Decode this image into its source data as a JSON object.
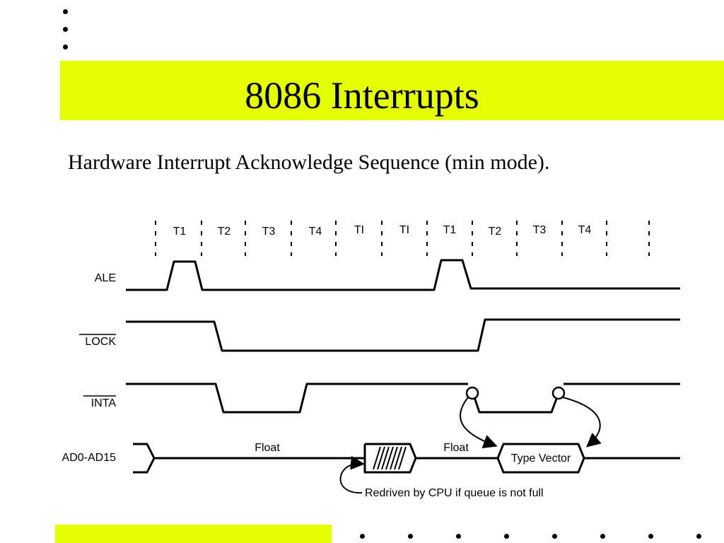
{
  "slide": {
    "title": "8086 Interrupts",
    "subtitle": "Hardware Interrupt Acknowledge Sequence (min mode).",
    "accent_color": "#e5ff00"
  },
  "diagram": {
    "t_states": [
      "T1",
      "T2",
      "T3",
      "T4",
      "TI",
      "TI",
      "T1",
      "T2",
      "T3",
      "T4"
    ],
    "signals": {
      "ale": "ALE",
      "lock": "LOCK",
      "inta": "INTA",
      "bus": "AD0-AD15"
    },
    "labels": {
      "float_1": "Float",
      "float_2": "Float",
      "type_vector": "Type Vector",
      "redriven_note": "Redriven by CPU if queue is not full"
    }
  }
}
